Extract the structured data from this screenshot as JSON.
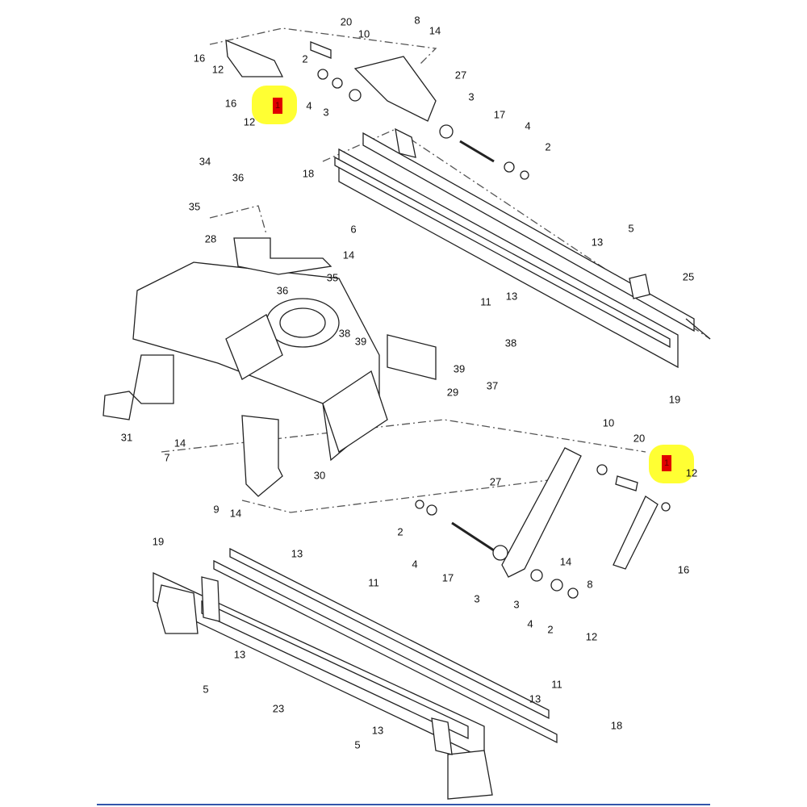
{
  "diagram": {
    "title": "Parts diagram - linkage, rails and frame assembly",
    "colors": {
      "highlight": "#ffff33",
      "marker": "#e00000",
      "line": "#222222",
      "rule": "#3355aa"
    },
    "highlighted_part": "1",
    "labels": [
      "16",
      "12",
      "16",
      "12",
      "20",
      "10",
      "8",
      "14",
      "2",
      "4",
      "3",
      "27",
      "3",
      "17",
      "4",
      "2",
      "34",
      "36",
      "35",
      "18",
      "6",
      "14",
      "5",
      "13",
      "28",
      "36",
      "35",
      "13",
      "11",
      "25",
      "38",
      "39",
      "38",
      "39",
      "37",
      "29",
      "19",
      "31",
      "10",
      "20",
      "12",
      "14",
      "7",
      "9",
      "14",
      "30",
      "27",
      "2",
      "4",
      "17",
      "3",
      "14",
      "8",
      "3",
      "4",
      "2",
      "12",
      "16",
      "19",
      "13",
      "11",
      "13",
      "5",
      "23",
      "11",
      "13",
      "18",
      "13",
      "5"
    ]
  }
}
